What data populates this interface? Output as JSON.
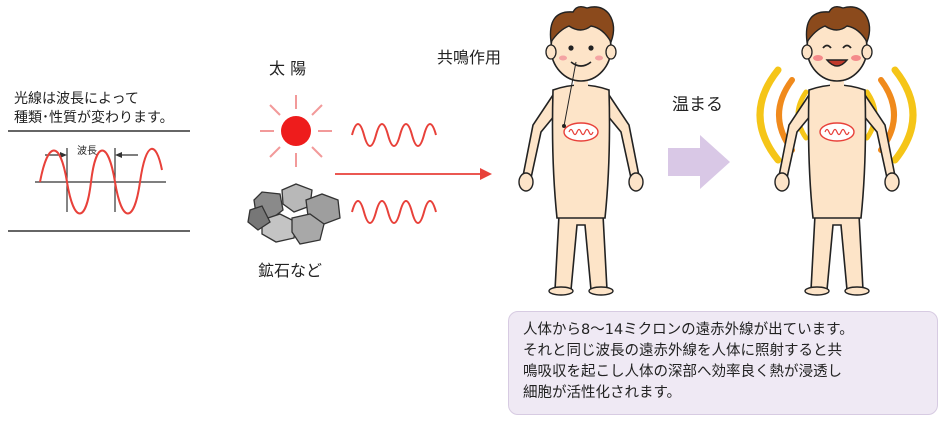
{
  "wavelength_note": {
    "line1": "光線は波長によって",
    "line2": "種類･性質が変わります。",
    "label": "波長"
  },
  "sources": {
    "sun": "太 陽",
    "ore": "鉱石など"
  },
  "resonance": "共鳴作用",
  "warm": "温まる",
  "caption": {
    "line1": "人体から8～14ミクロンの遠赤外線が出ています。",
    "line2": "それと同じ波長の遠赤外線を人体に照射すると共",
    "line3": "鳴吸収を起こし人体の深部へ効率良く熱が浸透し",
    "line4": "細胞が活性化されます。"
  },
  "colors": {
    "wave": "#e8413a",
    "sun": "#ee1c1c",
    "arrow": "#e8413a",
    "skin": "#fde4c8",
    "hair": "#8b4a1c",
    "heat_outer": "#f5c518",
    "heat_inner": "#f08a1c",
    "big_arrow": "#d9c8e6",
    "caption_bg": "#efe9f4"
  }
}
